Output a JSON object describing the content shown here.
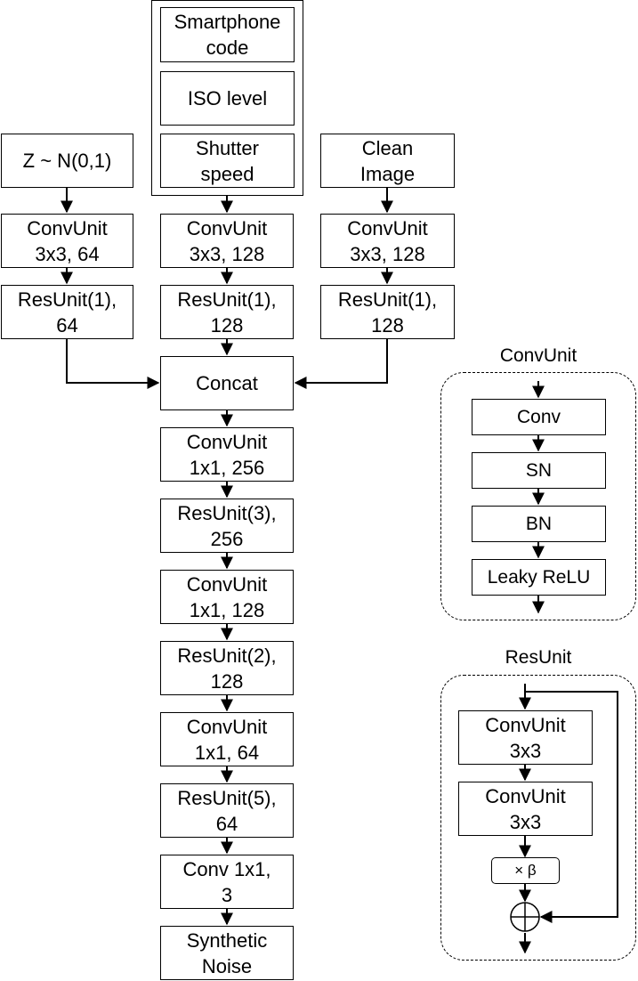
{
  "inputs": {
    "noise": "Z ~ N(0,1)",
    "smartphone": [
      "Smartphone",
      "code"
    ],
    "iso": "ISO level",
    "shutter": [
      "Shutter",
      "speed"
    ],
    "clean": [
      "Clean",
      "Image"
    ]
  },
  "branch_left": {
    "conv": [
      "ConvUnit",
      "3x3, 64"
    ],
    "res": [
      "ResUnit(1),",
      "64"
    ]
  },
  "branch_mid": {
    "conv": [
      "ConvUnit",
      "3x3, 128"
    ],
    "res": [
      "ResUnit(1),",
      "128"
    ]
  },
  "branch_right": {
    "conv": [
      "ConvUnit",
      "3x3, 128"
    ],
    "res": [
      "ResUnit(1),",
      "128"
    ]
  },
  "trunk": {
    "concat": "Concat",
    "conv1": [
      "ConvUnit",
      "1x1, 256"
    ],
    "res1": [
      "ResUnit(3),",
      "256"
    ],
    "conv2": [
      "ConvUnit",
      "1x1, 128"
    ],
    "res2": [
      "ResUnit(2),",
      "128"
    ],
    "conv3": [
      "ConvUnit",
      "1x1, 64"
    ],
    "res3": [
      "ResUnit(5),",
      "64"
    ],
    "final_conv": [
      "Conv 1x1,",
      "3"
    ],
    "output": [
      "Synthetic",
      "Noise"
    ]
  },
  "convunit_panel": {
    "title": "ConvUnit",
    "steps": [
      "Conv",
      "SN",
      "BN",
      "Leaky ReLU"
    ]
  },
  "resunit_panel": {
    "title": "ResUnit",
    "conv_a": [
      "ConvUnit",
      "3x3"
    ],
    "conv_b": [
      "ConvUnit",
      "3x3"
    ],
    "scale": "× β"
  }
}
